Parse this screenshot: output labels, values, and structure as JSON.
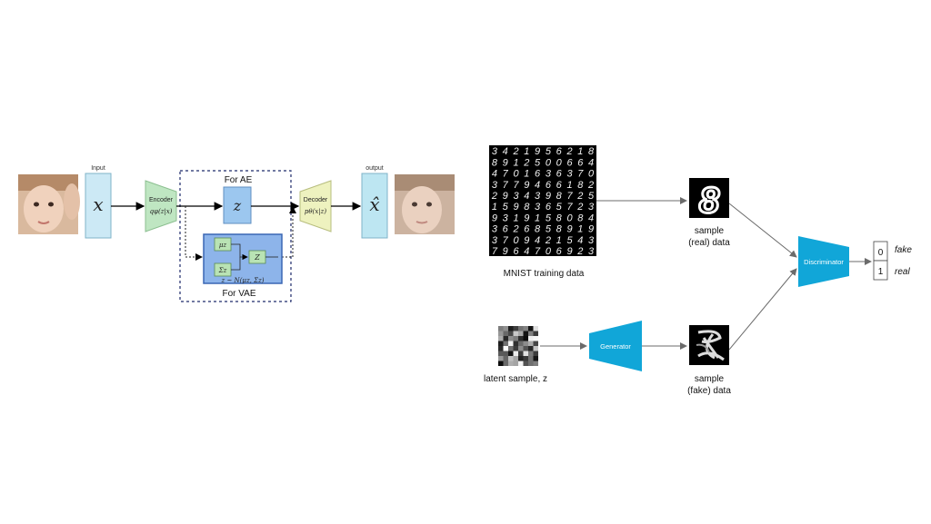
{
  "ae_vae": {
    "input_label": "Input",
    "input_var": "x",
    "encoder_label": "Encoder",
    "encoder_formula": "qφ(z|x)",
    "ae_label": "For AE",
    "latent_var": "z",
    "mu_label": "μz",
    "sigma_label": "Σz",
    "z_small": "Z",
    "vae_formula": "z ~ N(μz, Σz)",
    "vae_label": "For VAE",
    "decoder_label": "Decoder",
    "decoder_formula": "pθ(x|z)",
    "output_label": "output",
    "output_var": "x̂"
  },
  "gan": {
    "mnist_label": "MNIST training data",
    "real_sample_line1": "sample",
    "real_sample_line2": "(real) data",
    "discriminator_label": "Discriminator",
    "out_0": "0",
    "out_1": "1",
    "fake_label": "fake",
    "real_label": "real",
    "latent_label": "latent sample, z",
    "generator_label": "Generator",
    "fake_sample_line1": "sample",
    "fake_sample_line2": "(fake) data",
    "real_digit": "8"
  },
  "mnist_rows": [
    "3421956218",
    "8912500664",
    "4701636370",
    "3779466182",
    "2934398725",
    "1598365723",
    "9319158084",
    "3626858919",
    "3709421543",
    "7964706923"
  ],
  "colors": {
    "input_box": "#cce9f5",
    "encoder": "#bfe6c2",
    "latent_box": "#9cc7ef",
    "vae_panel": "#8db4ea",
    "vae_cell": "#b9e3b4",
    "decoder": "#eef2bf",
    "output_box": "#bde6f2",
    "gan_cyan": "#11a6d8",
    "arrow": "#6b6b6b"
  }
}
